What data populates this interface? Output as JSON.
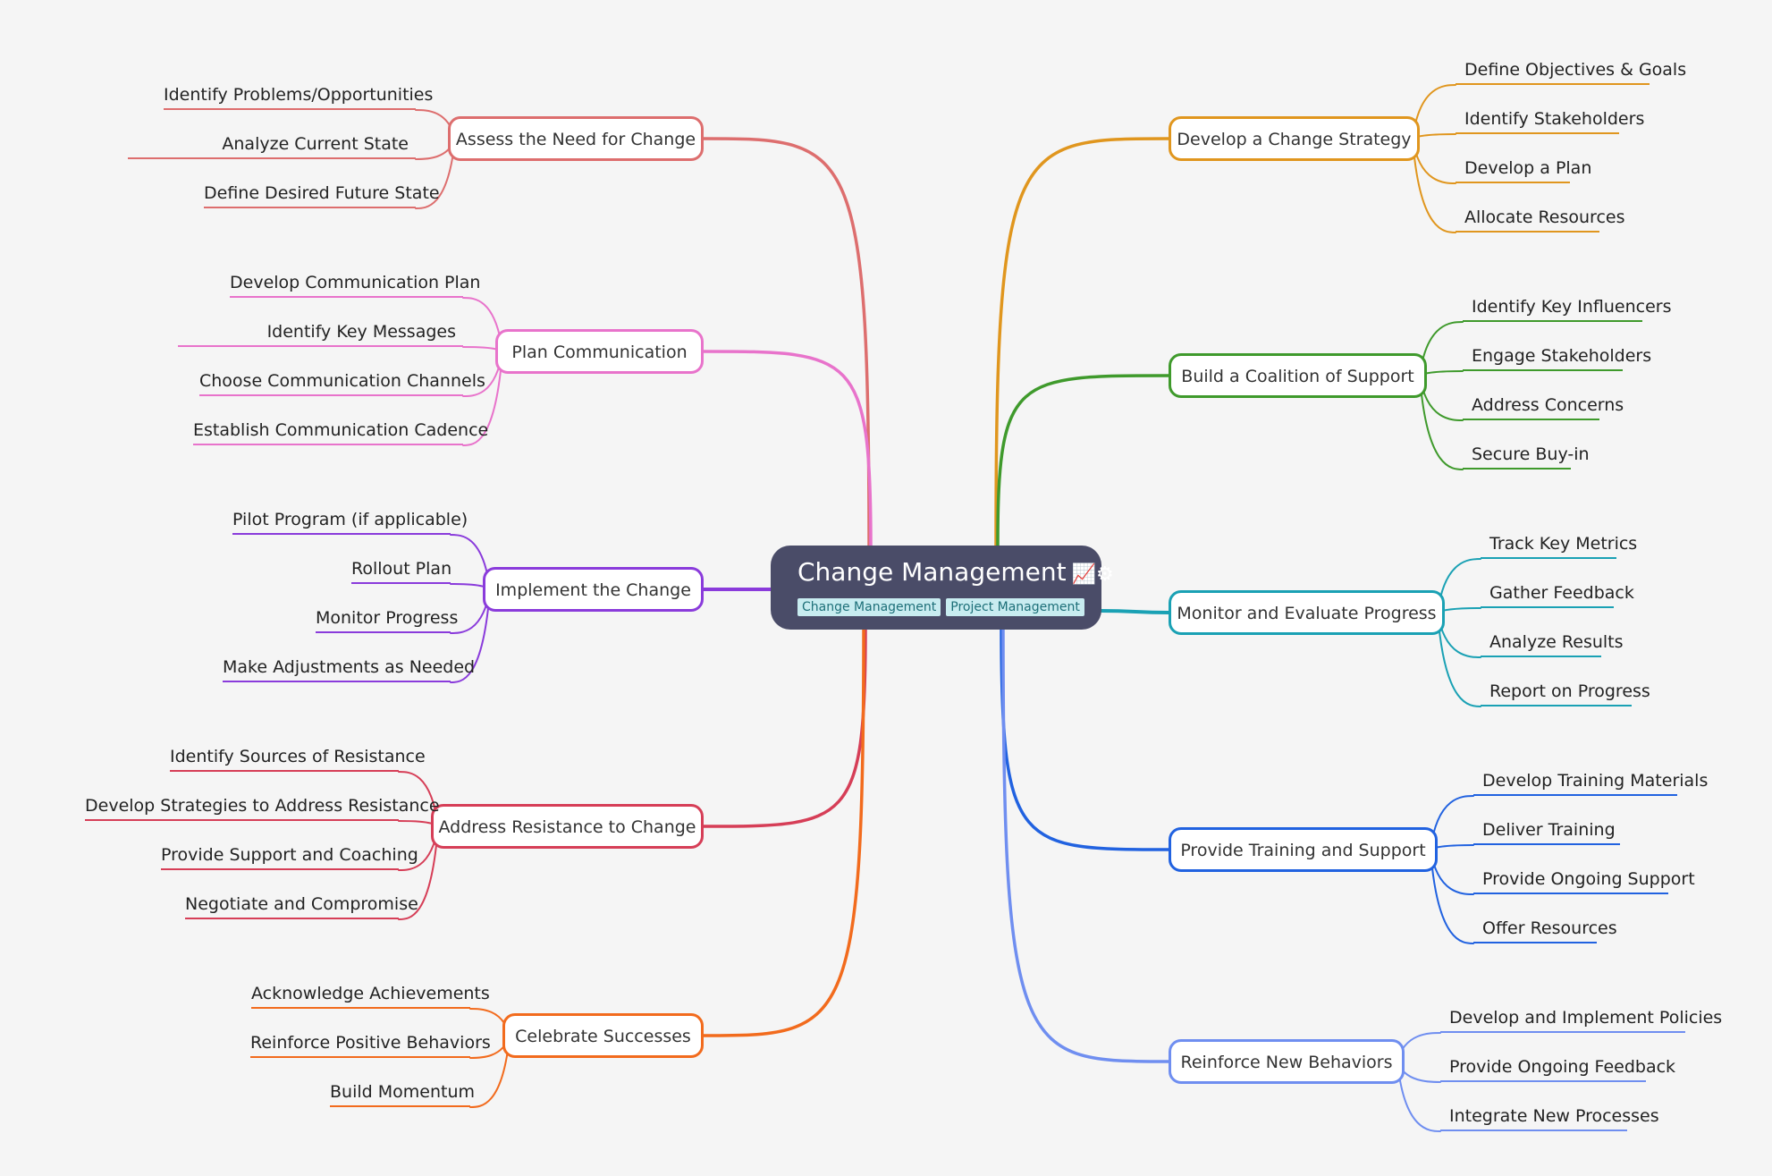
{
  "root": {
    "title": "Change Management",
    "icons": "📈⚙",
    "tags": [
      "Change Management",
      "Project Management"
    ]
  },
  "branches": [
    {
      "label": "Assess the Need for Change",
      "color": "#dd6e6e",
      "children": [
        "Identify Problems/Opportunities",
        "Analyze Current State",
        "Define Desired Future State"
      ]
    },
    {
      "label": "Plan Communication",
      "color": "#e873cb",
      "children": [
        "Develop Communication Plan",
        "Identify Key Messages",
        "Choose Communication Channels",
        "Establish Communication Cadence"
      ]
    },
    {
      "label": "Implement the Change",
      "color": "#8a3bdb",
      "children": [
        "Pilot Program (if applicable)",
        "Rollout Plan",
        "Monitor Progress",
        "Make Adjustments as Needed"
      ]
    },
    {
      "label": "Address Resistance to Change",
      "color": "#d63e57",
      "children": [
        "Identify Sources of Resistance",
        "Develop Strategies to Address Resistance",
        "Provide Support and Coaching",
        "Negotiate and Compromise"
      ]
    },
    {
      "label": "Celebrate Successes",
      "color": "#f26b1d",
      "children": [
        "Acknowledge Achievements",
        "Reinforce Positive Behaviors",
        "Build Momentum"
      ]
    },
    {
      "label": "Develop a Change Strategy",
      "color": "#e0961e",
      "children": [
        "Define Objectives & Goals",
        "Identify Stakeholders",
        "Develop a Plan",
        "Allocate Resources"
      ]
    },
    {
      "label": "Build a Coalition of Support",
      "color": "#3f9a2c",
      "children": [
        "Identify Key Influencers",
        "Engage Stakeholders",
        "Address Concerns",
        "Secure Buy-in"
      ]
    },
    {
      "label": "Monitor and Evaluate Progress",
      "color": "#1aa1b4",
      "children": [
        "Track Key Metrics",
        "Gather Feedback",
        "Analyze Results",
        "Report on Progress"
      ]
    },
    {
      "label": "Provide Training and Support",
      "color": "#2162e0",
      "children": [
        "Develop Training Materials",
        "Deliver Training",
        "Provide Ongoing Support",
        "Offer Resources"
      ]
    },
    {
      "label": "Reinforce New Behaviors",
      "color": "#6f8ef0",
      "children": [
        "Develop and Implement Policies",
        "Provide Ongoing Feedback",
        "Integrate New Processes"
      ]
    }
  ]
}
